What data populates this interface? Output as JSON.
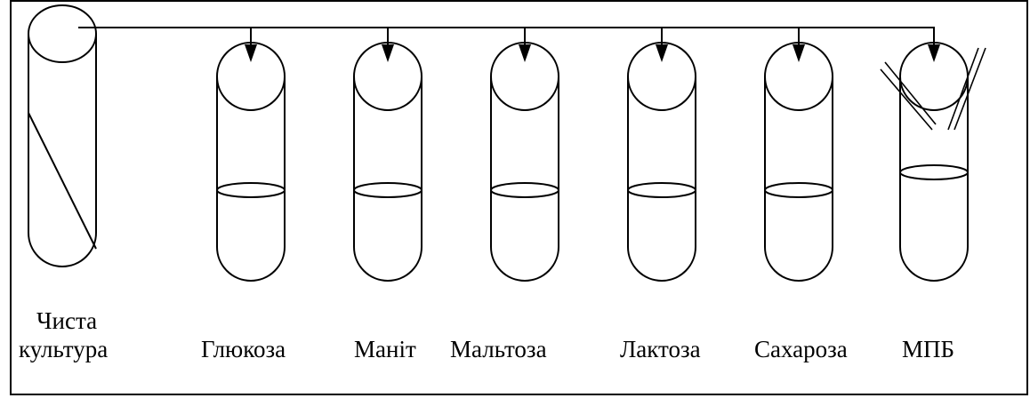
{
  "source_label": {
    "line1": "Чиста",
    "line2": "культура"
  },
  "tube_labels": [
    "Глюкоза",
    "Маніт",
    "Мальтоза",
    "Лактоза",
    "Сахароза",
    "МПБ"
  ]
}
